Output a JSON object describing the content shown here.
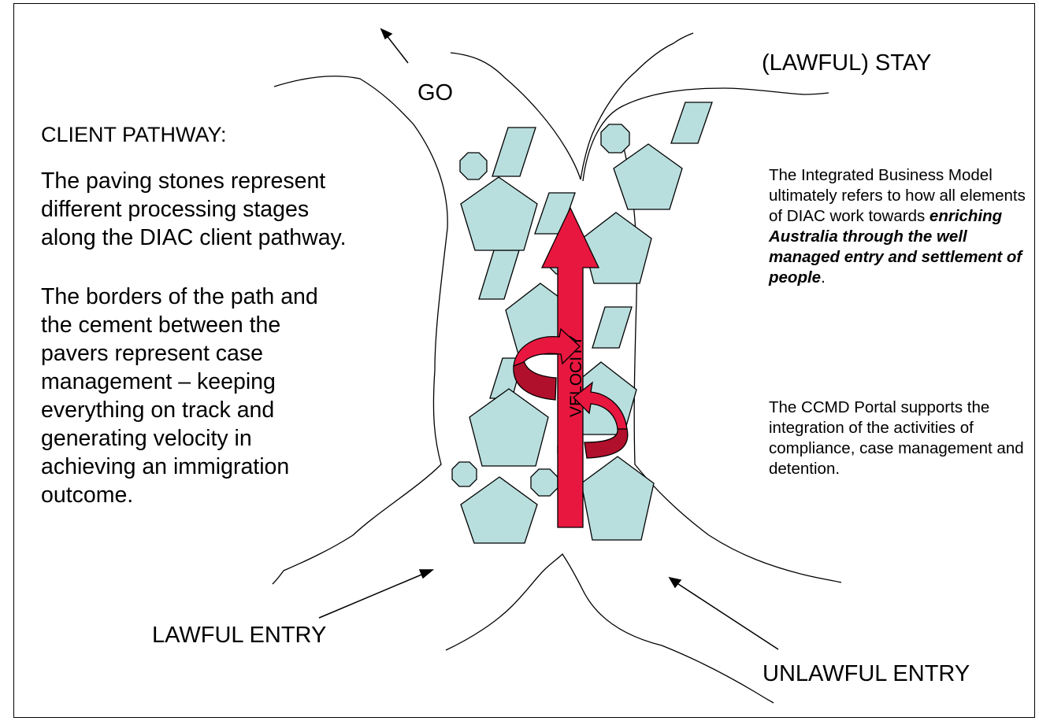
{
  "labels": {
    "go": "GO",
    "stay": "(LAWFUL) STAY",
    "lawful_entry": "LAWFUL ENTRY",
    "unlawful_entry": "UNLAWFUL ENTRY",
    "velocity": "VELOCITY"
  },
  "left_panel": {
    "heading": "CLIENT PATHWAY:",
    "paragraph1": "The paving stones represent different processing stages along the DIAC client pathway.",
    "paragraph2": "The borders of the path and the cement between the pavers represent case management – keeping everything on track and generating velocity in achieving an immigration outcome."
  },
  "right_panel": {
    "p1_text_before": "The Integrated Business Model ultimately refers to how all elements of DIAC work towards ",
    "p1_emphasis": "enriching Australia through the well managed entry and settlement of people",
    "p1_text_after": ".",
    "paragraph2": "The CCMD Portal supports the integration of the activities of compliance, case management and detention."
  },
  "colors": {
    "paver_fill": "#b9dede",
    "arrow_red": "#e8173f",
    "arrow_dark_red": "#b0102c",
    "line": "#000000"
  }
}
